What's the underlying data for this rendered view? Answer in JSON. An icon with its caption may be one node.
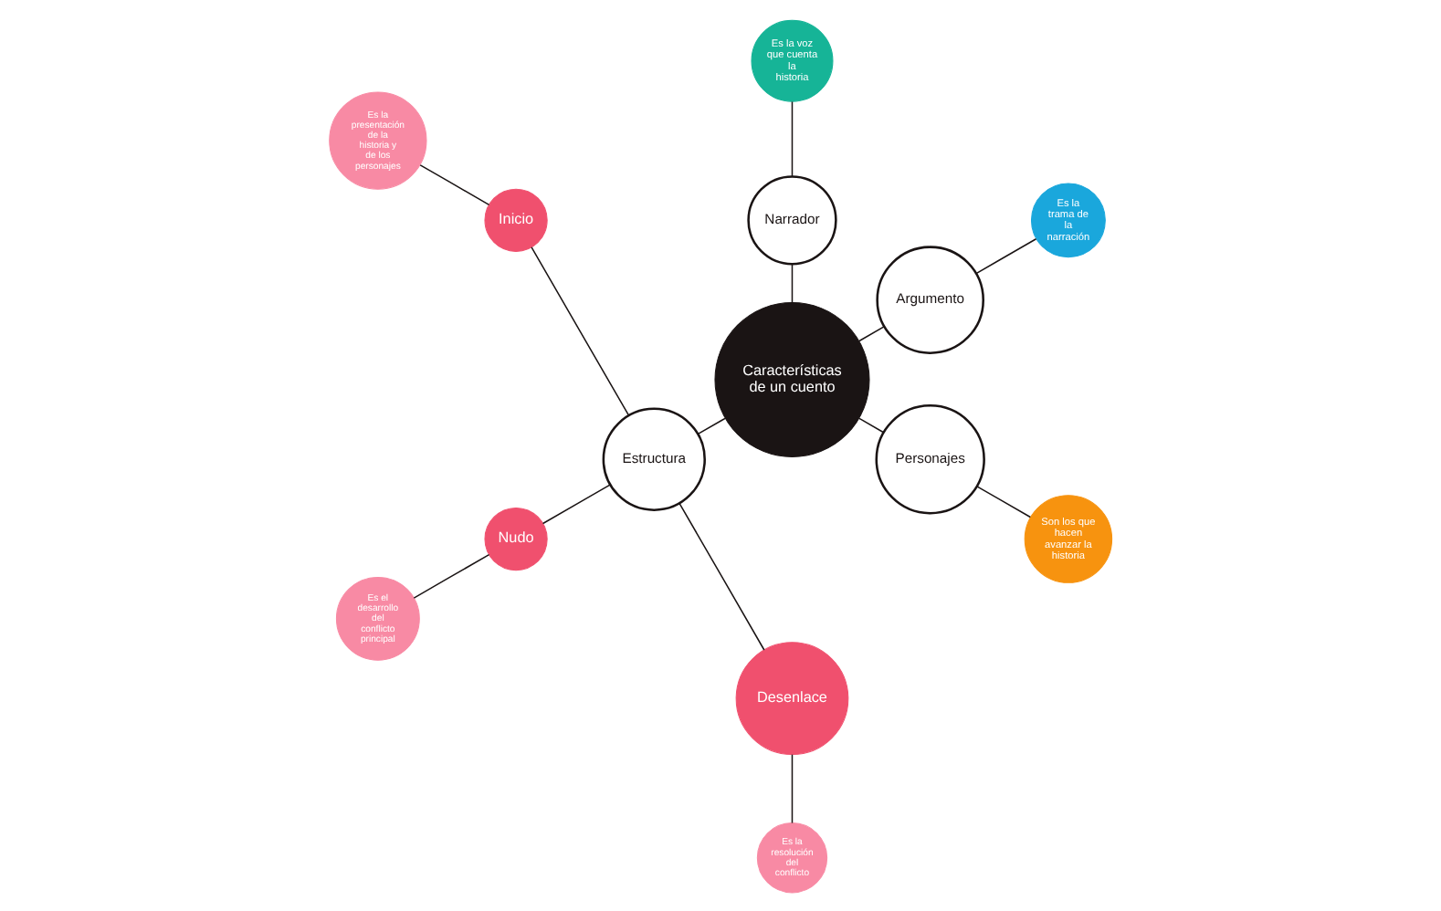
{
  "diagram": {
    "nodes": [
      {
        "text": [
          "Características de un cuento"
        ]
      },
      {
        "text": [
          "Argumento"
        ]
      },
      {
        "text": [
          "Es la trama de la narración"
        ]
      },
      {
        "text": [
          "Narrador"
        ]
      },
      {
        "text": [
          "Es la voz que cuenta la historia"
        ]
      },
      {
        "text": [
          "Estructura"
        ]
      },
      {
        "text": [
          "Inicio"
        ]
      },
      {
        "text": [
          "Es la presentación de la historia y de los personajes"
        ]
      },
      {
        "text": [
          "Nudo"
        ]
      },
      {
        "text": [
          "Es el desarrollo del conflicto principal"
        ]
      },
      {
        "text": [
          "Desenlace"
        ]
      },
      {
        "text": [
          "Es la resolución del conflicto"
        ]
      },
      {
        "text": [
          "Personajes"
        ]
      },
      {
        "text": [
          "Son los que hacen avanzar la historia"
        ]
      }
    ],
    "edges": [
      {
        "from": 0,
        "to": 1,
        "arrow": "none"
      },
      {
        "from": 1,
        "to": 2,
        "arrow": "none"
      },
      {
        "from": 0,
        "to": 3,
        "arrow": "none"
      },
      {
        "from": 3,
        "to": 4,
        "arrow": "none"
      },
      {
        "from": 0,
        "to": 5,
        "arrow": "none"
      },
      {
        "from": 5,
        "to": 6,
        "arrow": "none"
      },
      {
        "from": 6,
        "to": 7,
        "arrow": "none"
      },
      {
        "from": 5,
        "to": 8,
        "arrow": "none"
      },
      {
        "from": 8,
        "to": 9,
        "arrow": "none"
      },
      {
        "from": 5,
        "to": 10,
        "arrow": "none"
      },
      {
        "from": 10,
        "to": 11,
        "arrow": "none"
      },
      {
        "from": 0,
        "to": 12,
        "arrow": "none"
      },
      {
        "from": 12,
        "to": 13,
        "arrow": "none"
      }
    ]
  }
}
